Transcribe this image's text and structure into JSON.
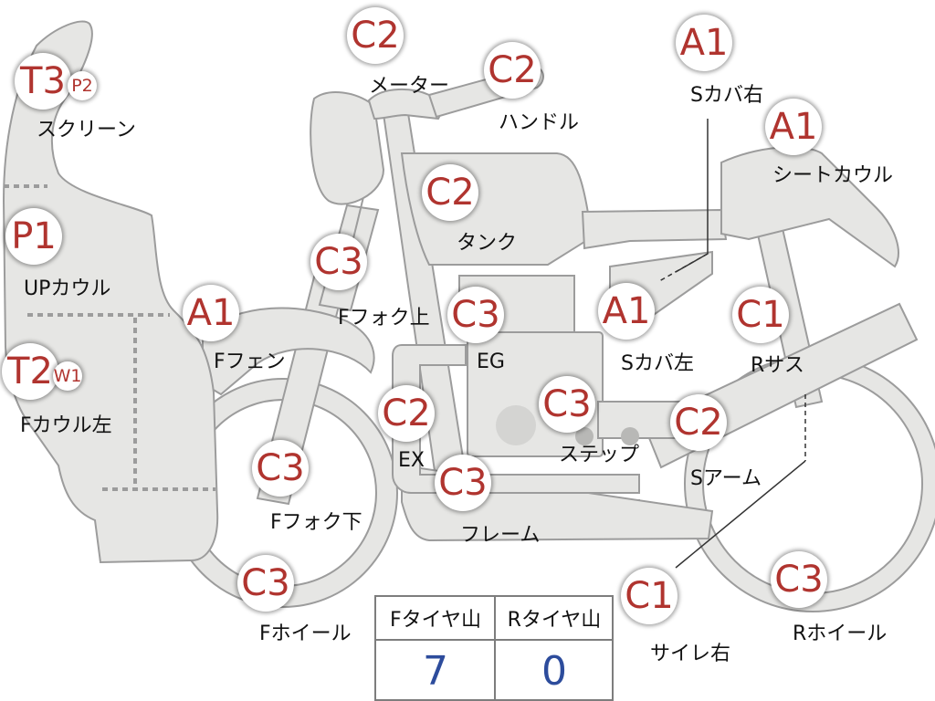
{
  "parts": [
    {
      "id": "screen",
      "grade": "T3",
      "grade2": "P2",
      "label": "スクリーン"
    },
    {
      "id": "meter",
      "grade": "C2",
      "label": "メーター"
    },
    {
      "id": "handle",
      "grade": "C2",
      "label": "ハンドル"
    },
    {
      "id": "side-cover-right",
      "grade": "A1",
      "label": "Sカバ右"
    },
    {
      "id": "seat-cowl",
      "grade": "A1",
      "label": "シートカウル"
    },
    {
      "id": "tank",
      "grade": "C2",
      "label": "タンク"
    },
    {
      "id": "up-cowl",
      "grade": "P1",
      "label": "UPカウル"
    },
    {
      "id": "fork-upper",
      "grade": "C3",
      "label": "Fフォク上"
    },
    {
      "id": "front-fender",
      "grade": "A1",
      "label": "Fフェン"
    },
    {
      "id": "engine",
      "grade": "C3",
      "label": "EG"
    },
    {
      "id": "side-cover-left",
      "grade": "A1",
      "label": "Sカバ左"
    },
    {
      "id": "rear-suspension",
      "grade": "C1",
      "label": "Rサス"
    },
    {
      "id": "cowl-left",
      "grade": "T2",
      "grade2": "W1",
      "label": "Fカウル左"
    },
    {
      "id": "exhaust",
      "grade": "C2",
      "label": "EX"
    },
    {
      "id": "step",
      "grade": "C3",
      "label": "ステップ"
    },
    {
      "id": "swing-arm",
      "grade": "C2",
      "label": "Sアーム"
    },
    {
      "id": "fork-lower",
      "grade": "C3",
      "label": "Fフォク下"
    },
    {
      "id": "frame",
      "grade": "C3",
      "label": "フレーム"
    },
    {
      "id": "silencer-right",
      "grade": "C1",
      "label": "サイレ右"
    },
    {
      "id": "front-wheel",
      "grade": "C3",
      "label": "Fホイール"
    },
    {
      "id": "rear-wheel",
      "grade": "C3",
      "label": "Rホイール"
    }
  ],
  "tires": {
    "front": {
      "label": "Fタイヤ山",
      "value": "7"
    },
    "rear": {
      "label": "Rタイヤ山",
      "value": "0"
    }
  },
  "colors": {
    "grade": "#b0342f",
    "tire_value": "#2d4c9c",
    "part_fill": "#e6e6e4",
    "part_stroke": "#9c9c9c"
  }
}
